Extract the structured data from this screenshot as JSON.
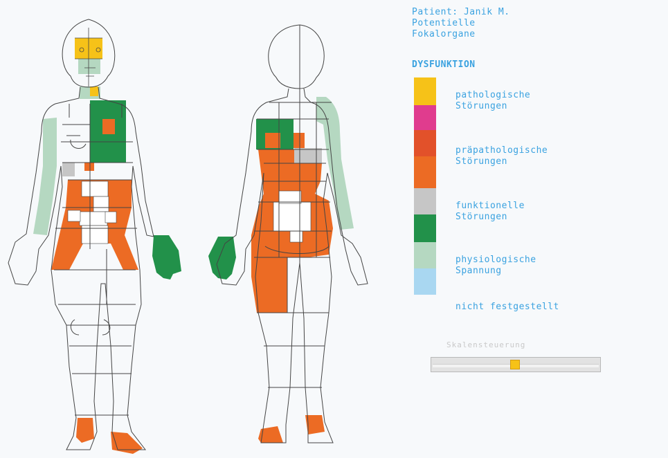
{
  "header": {
    "patient": "Patient: Janik M.",
    "line2": "Potentielle",
    "line3": "Fokalorgane"
  },
  "legend": {
    "title": "DYSFUNKTION",
    "items": [
      {
        "label": [
          "pathologische",
          "Störungen"
        ]
      },
      {
        "label": [
          "präpathologische",
          "Störungen"
        ]
      },
      {
        "label": [
          "funktionelle",
          "Störungen"
        ]
      },
      {
        "label": [
          "physiologische",
          "Spannung"
        ]
      },
      {
        "label": [
          "nicht festgestellt"
        ]
      }
    ],
    "swatches": [
      {
        "color": "#f6c218"
      },
      {
        "color": "#e03c8e"
      },
      {
        "color": "#e2512a"
      },
      {
        "color": "#ec6b24"
      },
      {
        "color": "#c6c6c6"
      },
      {
        "color": "#22914a"
      },
      {
        "color": "#b5d8c1"
      },
      {
        "color": "#a9d7f1"
      }
    ]
  },
  "slider": {
    "label": "Skalensteuerung",
    "value_fraction": 0.49
  },
  "colors": {
    "orange": "#ec6b24",
    "green": "#22914a",
    "lightgreen": "#b5d8c1",
    "gray": "#c6c6c6",
    "yellow": "#f6c218",
    "outline": "#444444"
  }
}
